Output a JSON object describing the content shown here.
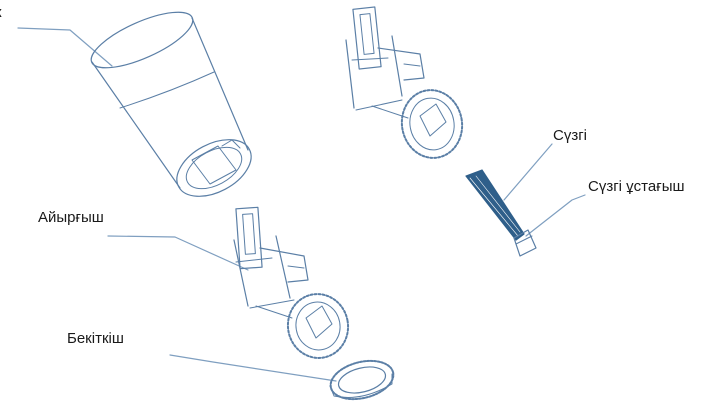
{
  "labels": {
    "top_partial": "к",
    "filter": "Сүзгі",
    "filter_holder": "Сүзгі ұстағыш",
    "separator": "Айырғыш",
    "lock_ring": "Бекіткіш"
  },
  "colors": {
    "line": "#5b7fa6",
    "leader": "#7f9fc0",
    "filter_fill": "#2f5f8a",
    "label_text": "#1a1a1a"
  }
}
